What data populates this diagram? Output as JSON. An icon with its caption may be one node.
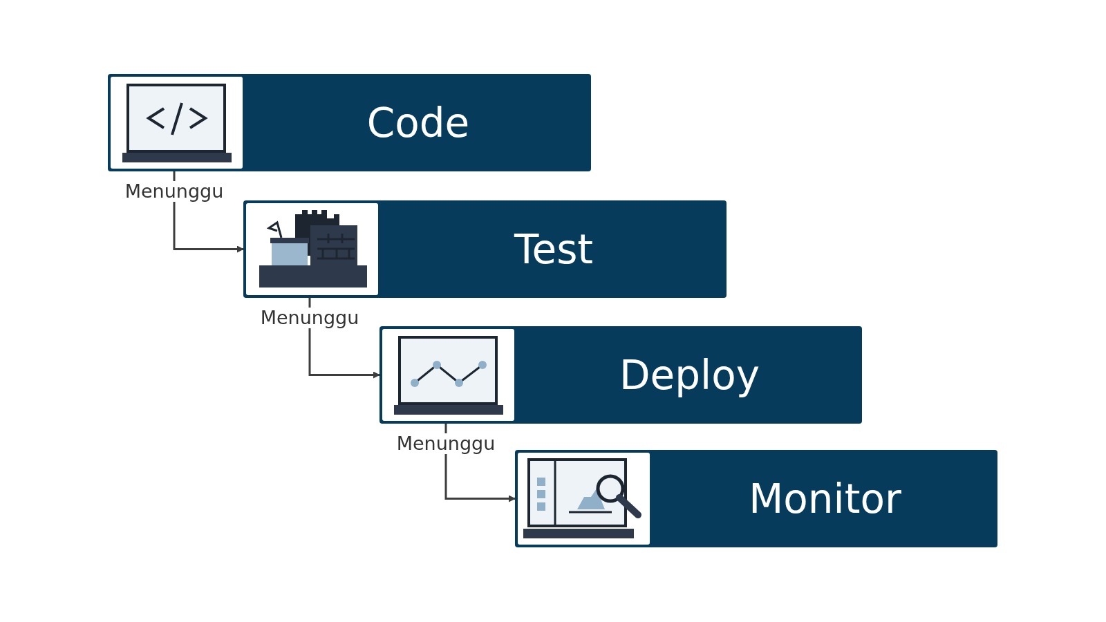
{
  "diagram": {
    "nodes": [
      {
        "text": [
          "Code"
        ]
      },
      {
        "text": [
          "Test"
        ]
      },
      {
        "text": [
          "Deploy"
        ]
      },
      {
        "text": [
          "Monitor"
        ]
      }
    ],
    "edges": [
      {
        "from": 0,
        "to": 1,
        "arrow": "to",
        "label": "Menunggu"
      },
      {
        "from": 1,
        "to": 2,
        "arrow": "to",
        "label": "Menunggu"
      },
      {
        "from": 2,
        "to": 3,
        "arrow": "to",
        "label": "Menunggu"
      }
    ]
  }
}
